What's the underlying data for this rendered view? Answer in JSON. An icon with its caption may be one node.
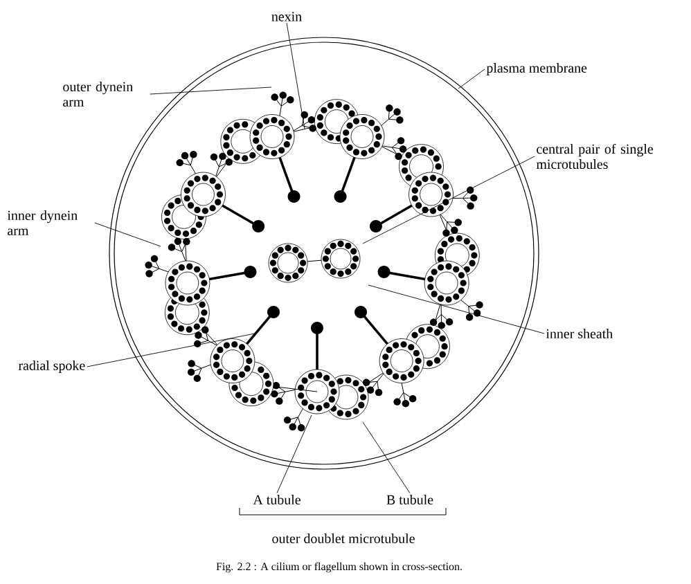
{
  "diagram": {
    "caption": "Fig. 2.2 : A cilium or flagellum shown in cross-section.",
    "nodes": [
      {
        "text": [
          "nexin"
        ]
      },
      {
        "text": [
          "outer dynein arm"
        ]
      },
      {
        "text": [
          "plasma membrane"
        ]
      },
      {
        "text": [
          "central pair of single microtubules"
        ]
      },
      {
        "text": [
          "inner dynein arm"
        ]
      },
      {
        "text": [
          "inner sheath"
        ]
      },
      {
        "text": [
          "radial spoke"
        ]
      },
      {
        "text": [
          "A tubule"
        ]
      },
      {
        "text": [
          "B tubule"
        ]
      }
    ],
    "edges": [
      {
        "from": 0,
        "to": null,
        "arrow": "none"
      },
      {
        "from": 1,
        "to": null,
        "arrow": "none"
      },
      {
        "from": 2,
        "to": null,
        "arrow": "none"
      },
      {
        "from": 3,
        "to": null,
        "arrow": "none"
      },
      {
        "from": 4,
        "to": null,
        "arrow": "none"
      },
      {
        "from": 5,
        "to": null,
        "arrow": "none"
      },
      {
        "from": 6,
        "to": null,
        "arrow": "none"
      },
      {
        "from": 7,
        "to": null,
        "arrow": "none"
      },
      {
        "from": 8,
        "to": null,
        "arrow": "none"
      }
    ],
    "labels": [
      "outer doublet microtubule"
    ]
  }
}
